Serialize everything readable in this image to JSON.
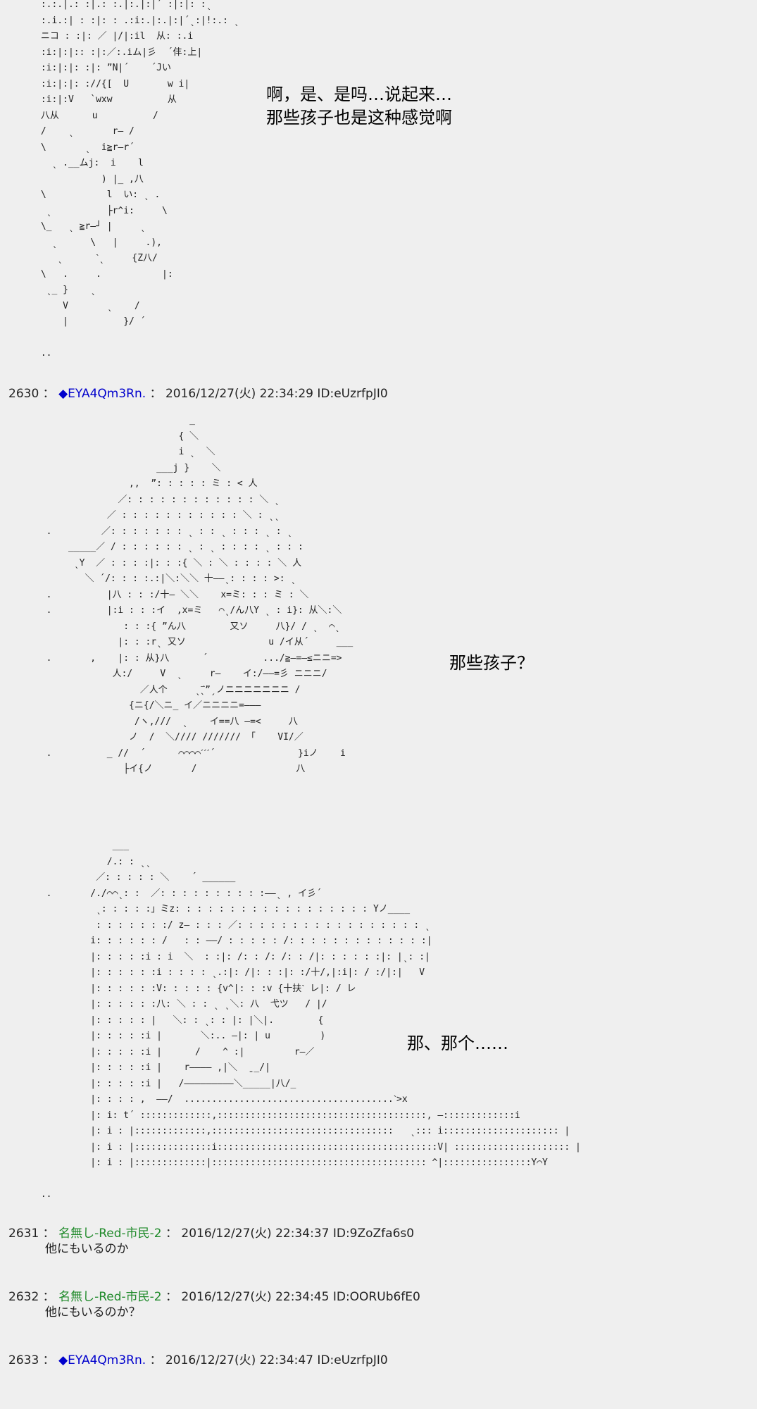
{
  "aa_blocks": {
    "aa1": " :.:.|.: :|.: :.|:.|:|´ :|:|: :ˎ\n :.i.:| : :|: : .:i:.|:.|:|´ˎ:|!:.: ˎ\n ニコ : :|: ／ |/|:il  从: :.i\n :i:|:|:: :|:／:.iム|彡  ´仹:上|\n :i:|:|: :|: ”N|´    ´Jい\n :i:|:|: ://{[  U       w i|\n :i:|:V   `wxw          从\n 八从      u          /\n /    ˎ       r— /\n \\       ˎ  i≧r—r´\n   ˎ .__ムj:  i    l\n            ) |_ ,八\n \\           l  い: ˎ .\n  ˎ          ├r^i:     \\\n \\_   ˎ ≧r—┘ |     ˎ\n   ˎ      \\   |     .),\n    ˎ      ˋˎ     {Z八/\n \\   .     .           |:\n  ˎ_ }    ˎ         \n     V       ˎ    /\n     |          }/ ´\n\n ..",
    "aa2": "                            _\n                          { ＼\n                          i ˎ  ＼\n                      ___j }    ＼\n                 ,,  ”: : : : : ミ : < 人\n               ／: : : : : : : : : : : : ＼ ˎ\n             ／ : : : : : : : : : : : ＼ : ˎˎ\n  .         ／: : : : : : : ˎ : : ˎ : : : ˎ : ˎ\n      _____／ / : : : : : : ˎ : ˎ : : : : ˎ : : :\n       ˎY  ／ : : : :|: : :{ ＼ : ＼ : : : : ＼ 人\n         ＼ ´/: : : :.:|＼:＼＼ 十——ˎ: : : : >: ˎ\n  .          |八 : : :/十— ＼＼    x=ミ: : : ミ : ＼\n  .          |:i : : :イ  ,x=ミ   ⌒ˎ/ん八Y ˎ : i}: 从＼:＼\n                : : :{ ”ん八        又ソ     八}/ / ˎ  ⌒ˎ\n               |: : :rˎ 又ソ               u /イ从´     ___\n  .       ,    |: : 从}八      ´          .../≧—=—≤ニニ=>\n              人:/     V  ˎ     r—    イ:/——=彡 ニニニ/\n                   ／人个     ˎˎ⃑”ˏノニニニニニニニ /\n                 {ニ{/＼ニ_ イ／ニニニニ=———\n                  /ヽ,///  ˎ    イ==八 —=<     八\n                 ノ  /  ＼//// /////// 「    VI/／\n  .          _ //  ´      ⌒⌒⌒⌒ˊˊˊ´               }iノ    i\n                ├イ{ノ       /                  八",
    "aa3": "              ___\n             /.: : ˎˎ\n           ／: : : : : ＼    ´ ______\n  .       /./⌒⌒ˎ: :  ／: : : : : : : : : :——ˎ , イ彡´\n           ˎ: : : : :」ミz: : : : : : : : : : : : : : : : : : Yノ____\n           : : : : : : :/ z— : : : ／: : : : : : : : : : : : : : : : : ˎ\n          i: : : : : : /   : : ——/ : : : : : /: : : : : : : : : : : : :|\n          |: : : : :i : i  ＼  : :|: /: : /: /: : /|: : : : : :|: |ˎ: :|\n          |: : : : : :i : : : : ˎ.:|: /|: : :|: :/十/,|:i|: / :/|:|   V\n          |: : : : : :V: : : : : {v^|: : :v {十扶ˋ レ|: / レ\n          |: : : : : :八: ＼ : : ˎ ˎ＼: 八  弋ツ   / |/\n          |: : : : : |   ＼: : ˎ: : |: |＼|.        {\n          |: : : : :i |       ＼:.. —|: | u         )\n          |: : : : :i |      /    ^ :|         r—／\n          |: : : : :i |    r———— ,|＼  ˍ_/|\n          |: : : : :i |   /—————————＼_____|八/_\n          |: : : : ,  ——/  ......................................ˋ>x\n          |: i: t´ :::::::::::::,::::::::::::::::::::::::::::::::::::::, —:::::::::::::i\n          |: i : |:::::::::::::,:::::::::::::::::::::::::::::::::   ˎ::: i::::::::::::::::::::: |\n          |: i : |::::::::::::::i::::::::::::::::::::::::::::::::::::::::V| ::::::::::::::::::::: |\n          |: i : |:::::::::::::|::::::::::::::::::::::::::::::::::::::: ^|::::::::::::::::Y⌒Y\n\n .."
  },
  "dialogue": {
    "line1": "啊，是、是吗…说起来…",
    "line2": "那些孩子也是这种感觉啊",
    "line3": "那些孩子？",
    "line4": "那、那个……"
  },
  "posts": [
    {
      "number": "2630",
      "sep": "：",
      "name": "◆EYA4Qm3Rn.",
      "name_type": "trip",
      "sep2": "：",
      "datetime": "2016/12/27(火) 22:34:29",
      "id": "ID:eUzrfpJI0",
      "body": ""
    },
    {
      "number": "2631",
      "sep": "：",
      "name": "名無し-Red-市民-2",
      "name_type": "anon",
      "sep2": "：",
      "datetime": "2016/12/27(火) 22:34:37",
      "id": "ID:9ZoZfa6s0",
      "body": "他にもいるのか"
    },
    {
      "number": "2632",
      "sep": "：",
      "name": "名無し-Red-市民-2",
      "name_type": "anon",
      "sep2": "：",
      "datetime": "2016/12/27(火) 22:34:45",
      "id": "ID:OORUb6fE0",
      "body": "他にもいるのか？"
    },
    {
      "number": "2633",
      "sep": "：",
      "name": "◆EYA4Qm3Rn.",
      "name_type": "trip",
      "sep2": "：",
      "datetime": "2016/12/27(火) 22:34:47",
      "id": "ID:eUzrfpJI0",
      "body": ""
    }
  ]
}
